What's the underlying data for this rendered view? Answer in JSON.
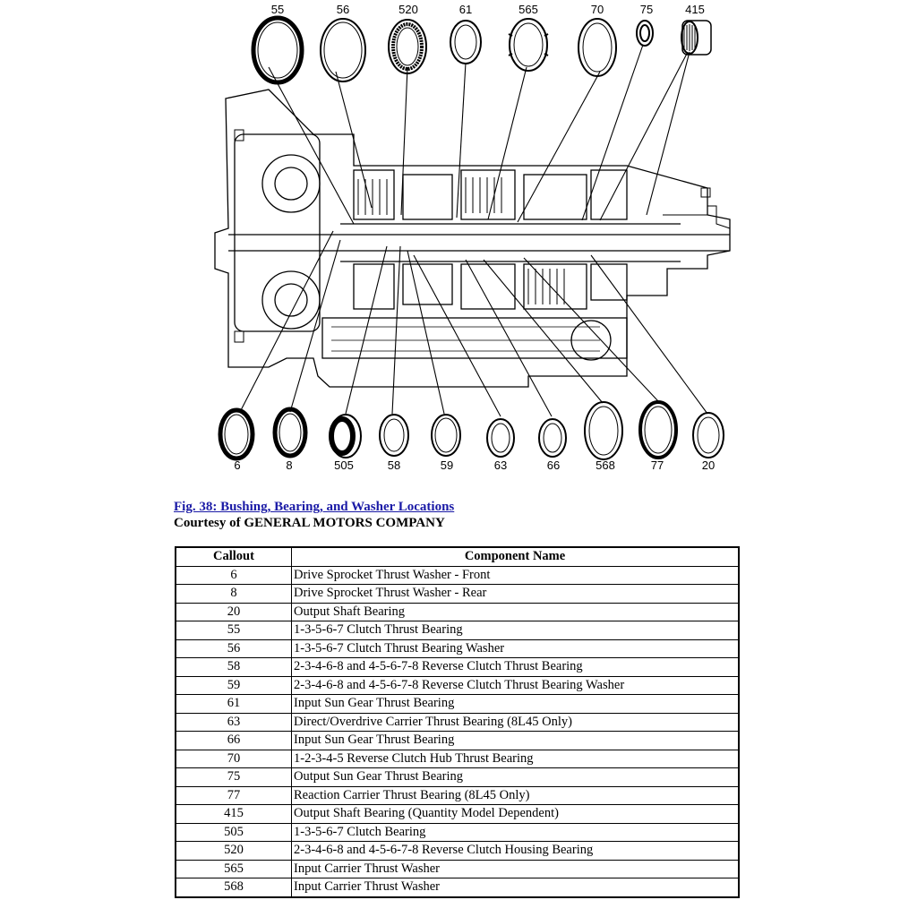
{
  "top_callouts": [
    "55",
    "56",
    "520",
    "61",
    "565",
    "70",
    "75",
    "415"
  ],
  "bottom_callouts": [
    "6",
    "8",
    "505",
    "58",
    "59",
    "63",
    "66",
    "568",
    "77",
    "20"
  ],
  "caption": {
    "figure_title": "Fig. 38: Bushing, Bearing, and Washer Locations",
    "courtesy": "Courtesy of GENERAL MOTORS COMPANY"
  },
  "table": {
    "headers": [
      "Callout",
      "Component Name"
    ],
    "rows": [
      [
        "6",
        "Drive Sprocket Thrust Washer - Front"
      ],
      [
        "8",
        "Drive Sprocket Thrust Washer - Rear"
      ],
      [
        "20",
        "Output Shaft Bearing"
      ],
      [
        "55",
        "1-3-5-6-7 Clutch Thrust Bearing"
      ],
      [
        "56",
        "1-3-5-6-7 Clutch Thrust Bearing Washer"
      ],
      [
        "58",
        "2-3-4-6-8 and 4-5-6-7-8 Reverse Clutch Thrust Bearing"
      ],
      [
        "59",
        "2-3-4-6-8 and 4-5-6-7-8 Reverse Clutch Thrust Bearing Washer"
      ],
      [
        "61",
        "Input Sun Gear Thrust Bearing"
      ],
      [
        "63",
        "Direct/Overdrive Carrier Thrust Bearing (8L45 Only)"
      ],
      [
        "66",
        "Input Sun Gear Thrust Bearing"
      ],
      [
        "70",
        "1-2-3-4-5 Reverse Clutch Hub Thrust Bearing"
      ],
      [
        "75",
        "Output Sun Gear Thrust Bearing"
      ],
      [
        "77",
        "Reaction Carrier Thrust Bearing (8L45 Only)"
      ],
      [
        "415",
        "Output Shaft Bearing (Quantity Model Dependent)"
      ],
      [
        "505",
        "1-3-5-6-7 Clutch Bearing"
      ],
      [
        "520",
        "2-3-4-6-8 and 4-5-6-7-8 Reverse Clutch Housing Bearing"
      ],
      [
        "565",
        "Input Carrier Thrust Washer"
      ],
      [
        "568",
        "Input Carrier Thrust Washer"
      ]
    ]
  },
  "colors": {
    "ink": "#000000",
    "link": "#1a1aa6",
    "background": "#ffffff"
  }
}
